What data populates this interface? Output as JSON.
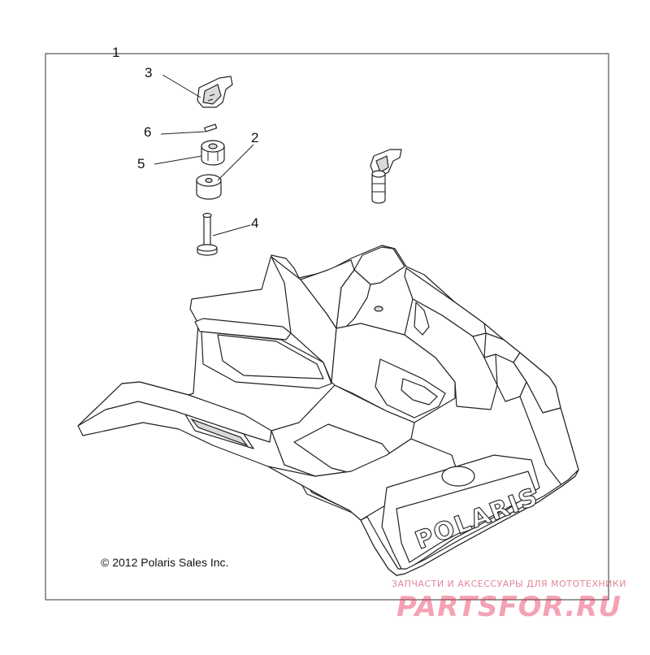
{
  "diagram": {
    "callouts": [
      "1",
      "2",
      "3",
      "4",
      "5",
      "6"
    ],
    "copyright": "© 2012 Polaris Sales Inc.",
    "brand_mark": "POLARIS",
    "watermark": {
      "subtitle": "ЗАПЧАСТИ И АКСЕССУАРЫ ДЛЯ МОТОТЕХНИКИ",
      "logo": "PARTSFOR.RU"
    },
    "colors": {
      "line": "#222222",
      "watermark": "#e8325a"
    }
  }
}
